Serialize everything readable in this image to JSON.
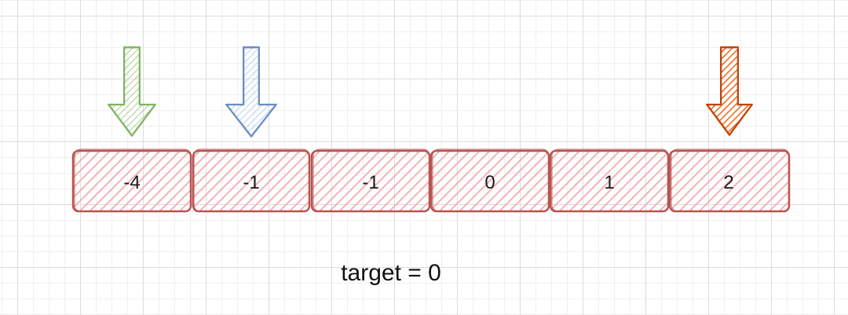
{
  "colors": {
    "cell_fill": "#f4a9ab",
    "cell_stroke": "#b85450",
    "arrow_left_fill": "#a9d08e",
    "arrow_left_stroke": "#82b366",
    "arrow_mid_fill": "#b8d0ee",
    "arrow_mid_stroke": "#6c8ebf",
    "arrow_right_fill": "#f06a1a",
    "arrow_right_stroke": "#c0440a"
  },
  "array": {
    "values": [
      "-4",
      "-1",
      "-1",
      "0",
      "1",
      "2"
    ]
  },
  "pointers": [
    {
      "index": 0,
      "color": "green"
    },
    {
      "index": 1,
      "color": "blue"
    },
    {
      "index": 5,
      "color": "orange"
    }
  ],
  "caption": "target = 0"
}
